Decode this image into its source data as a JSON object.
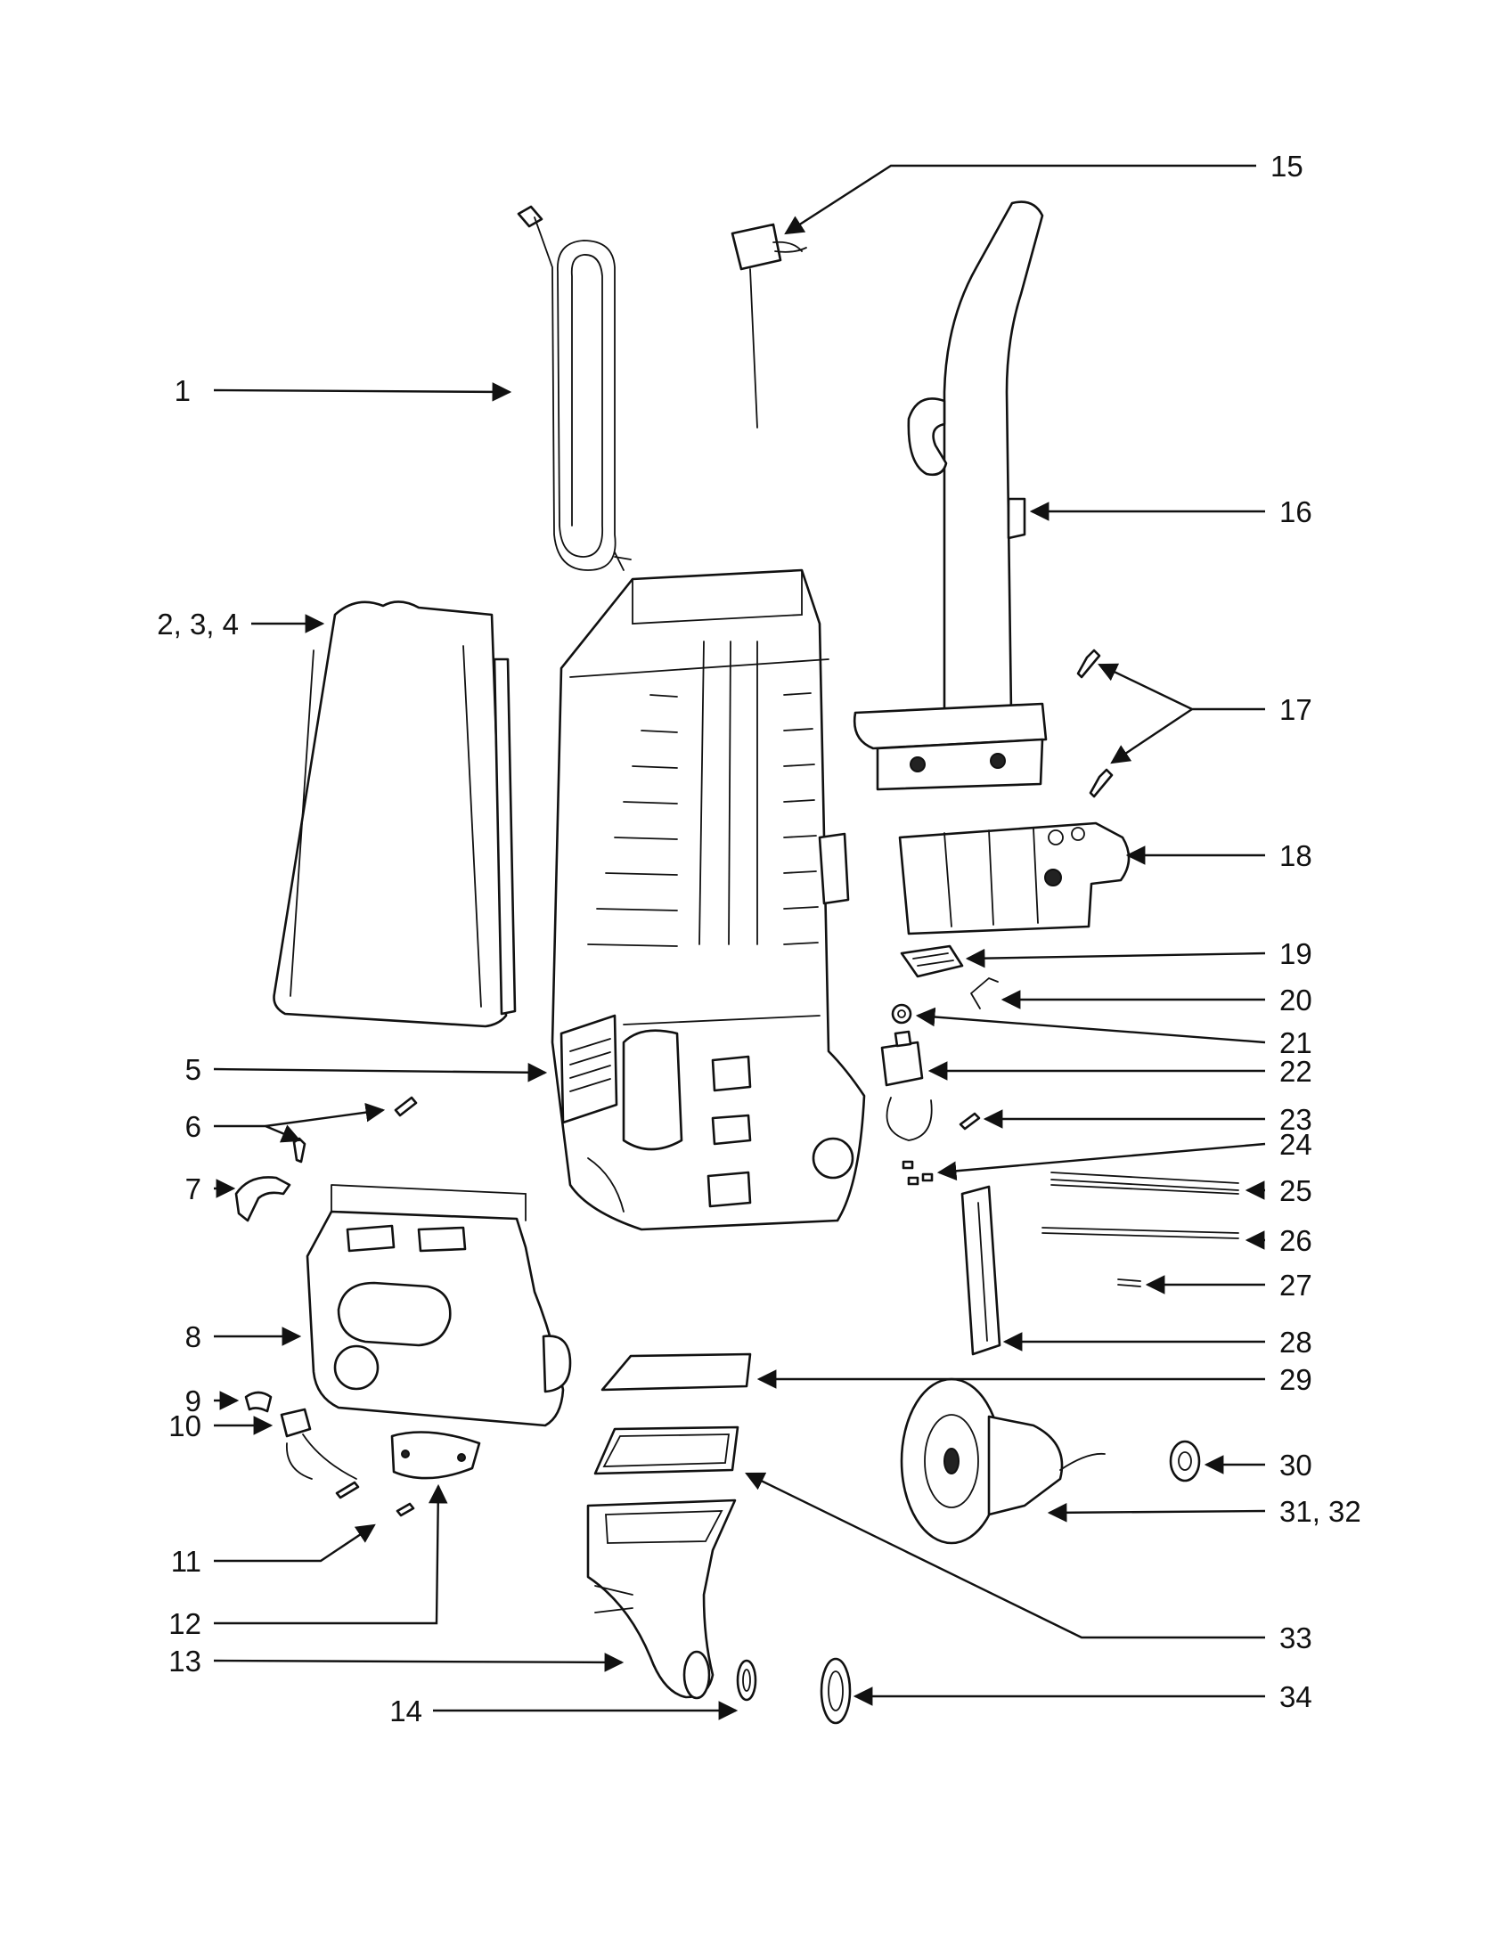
{
  "callouts": [
    {
      "id": "1",
      "text": "1"
    },
    {
      "id": "2",
      "text": "2, 3, 4"
    },
    {
      "id": "5",
      "text": "5"
    },
    {
      "id": "6",
      "text": "6"
    },
    {
      "id": "7",
      "text": "7"
    },
    {
      "id": "8",
      "text": "8"
    },
    {
      "id": "9",
      "text": "9"
    },
    {
      "id": "10",
      "text": "10"
    },
    {
      "id": "11",
      "text": "11"
    },
    {
      "id": "12",
      "text": "12"
    },
    {
      "id": "13",
      "text": "13"
    },
    {
      "id": "14",
      "text": "14"
    },
    {
      "id": "15",
      "text": "15"
    },
    {
      "id": "16",
      "text": "16"
    },
    {
      "id": "17",
      "text": "17"
    },
    {
      "id": "18",
      "text": "18"
    },
    {
      "id": "19",
      "text": "19"
    },
    {
      "id": "20",
      "text": "20"
    },
    {
      "id": "21",
      "text": "21"
    },
    {
      "id": "22",
      "text": "22"
    },
    {
      "id": "23",
      "text": "23"
    },
    {
      "id": "24",
      "text": "24"
    },
    {
      "id": "25",
      "text": "25"
    },
    {
      "id": "26",
      "text": "26"
    },
    {
      "id": "27",
      "text": "27"
    },
    {
      "id": "28",
      "text": "28"
    },
    {
      "id": "29",
      "text": "29"
    },
    {
      "id": "30",
      "text": "30"
    },
    {
      "id": "31",
      "text": "31, 32"
    },
    {
      "id": "33",
      "text": "33"
    },
    {
      "id": "34",
      "text": "34"
    }
  ]
}
